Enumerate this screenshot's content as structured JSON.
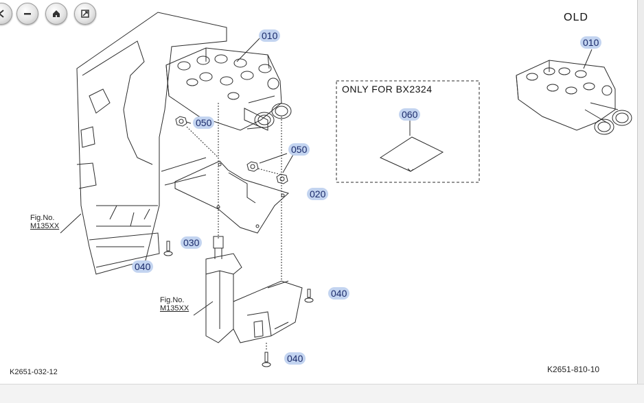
{
  "toolbar": {
    "buttons": [
      {
        "name": "back",
        "icon": "arrow-left-icon"
      },
      {
        "name": "zoom-out",
        "icon": "minus-icon"
      },
      {
        "name": "home",
        "icon": "home-icon"
      },
      {
        "name": "fit",
        "icon": "fit-screen-icon"
      }
    ]
  },
  "diagram": {
    "old_label": "OLD",
    "only_for_label": "ONLY FOR BX2324",
    "fig_ref_1": {
      "line1": "Fig.No.",
      "line2": "M135XX"
    },
    "fig_ref_2": {
      "line1": "Fig.No.",
      "line2": "M135XX"
    },
    "code_left": "K2651-032-12",
    "code_right": "K2651-810-10",
    "callouts": {
      "c010_main": "010",
      "c010_old": "010",
      "c050_a": "050",
      "c050_b": "050",
      "c020": "020",
      "c030": "030",
      "c040_a": "040",
      "c040_b": "040",
      "c040_c": "040",
      "c060": "060"
    }
  },
  "colors": {
    "callout_fill": "#c3d4f0",
    "line": "#2a2a2a"
  }
}
